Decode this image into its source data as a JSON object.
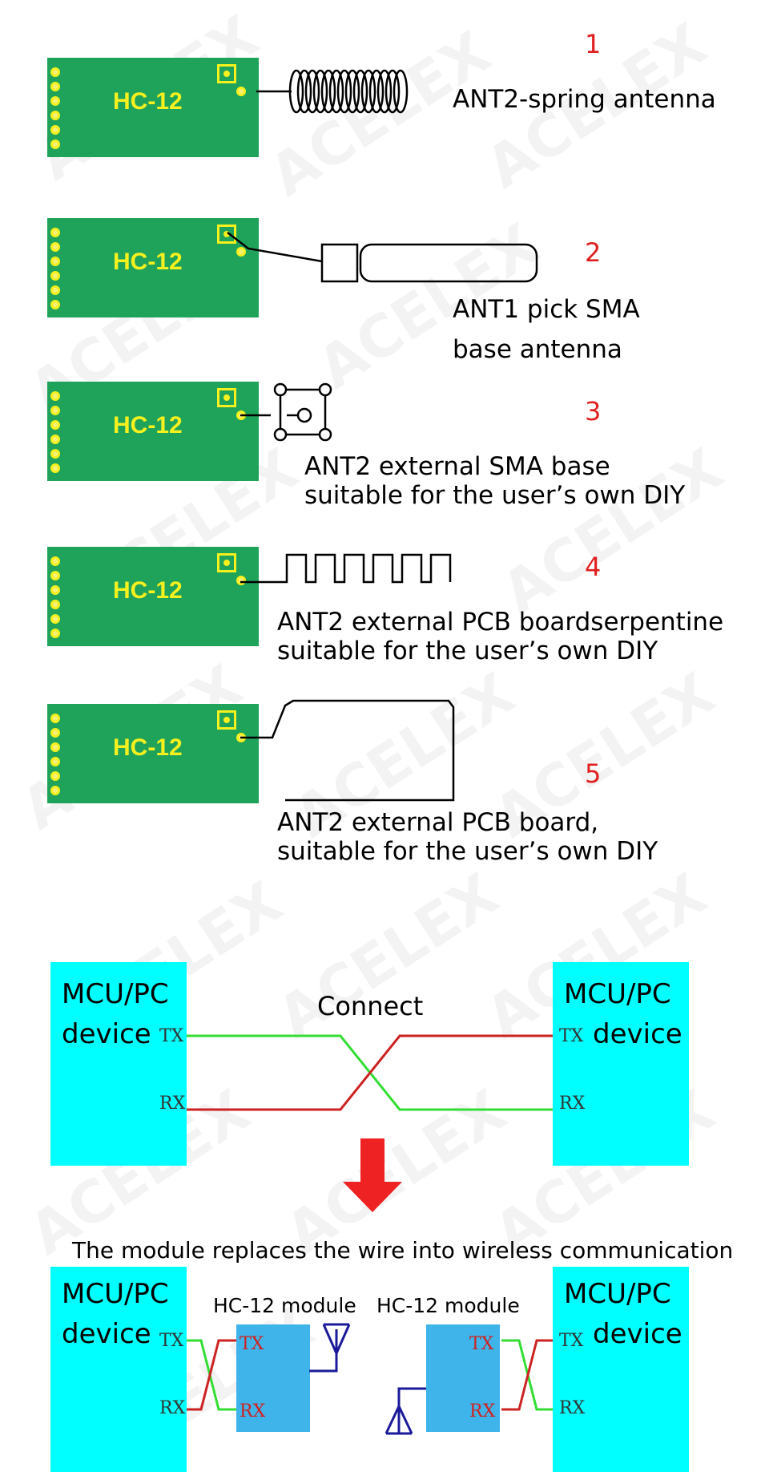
{
  "watermark": "ACELEX",
  "module_label": "HC-12",
  "antennas": [
    {
      "number": "1",
      "lines": [
        "ANT2-spring antenna"
      ]
    },
    {
      "number": "2",
      "lines": [
        "ANT1 pick SMA",
        "base antenna"
      ]
    },
    {
      "number": "3",
      "lines": [
        "ANT2 external SMA base",
        "suitable for the user’s own DIY"
      ]
    },
    {
      "number": "4",
      "lines": [
        "ANT2 external PCB boardserpentine",
        "suitable for the user’s own DIY"
      ]
    },
    {
      "number": "5",
      "lines": [
        "ANT2 external PCB board,",
        "suitable for the user’s own DIY"
      ]
    }
  ],
  "wired": {
    "device_line1": "MCU/PC",
    "device_line2": "device",
    "tx": "TX",
    "rx": "RX",
    "connect_label": "Connect"
  },
  "wireless": {
    "caption": "The module replaces the wire into wireless communication",
    "module_label_left": "HC-12 module",
    "module_label_right": "HC-12 module",
    "device_line1": "MCU/PC",
    "device_line2": "device",
    "tx": "TX",
    "rx": "RX"
  },
  "colors": {
    "pcb": "#1fa35a",
    "silk": "#f5f01e",
    "device": "#00ffff",
    "module": "#3fb4ea",
    "wire_green": "#33dd33",
    "wire_red": "#cc2222",
    "arrow": "#ee2222",
    "antenna_blue": "#1a1a9a",
    "number_red": "#e02020"
  }
}
